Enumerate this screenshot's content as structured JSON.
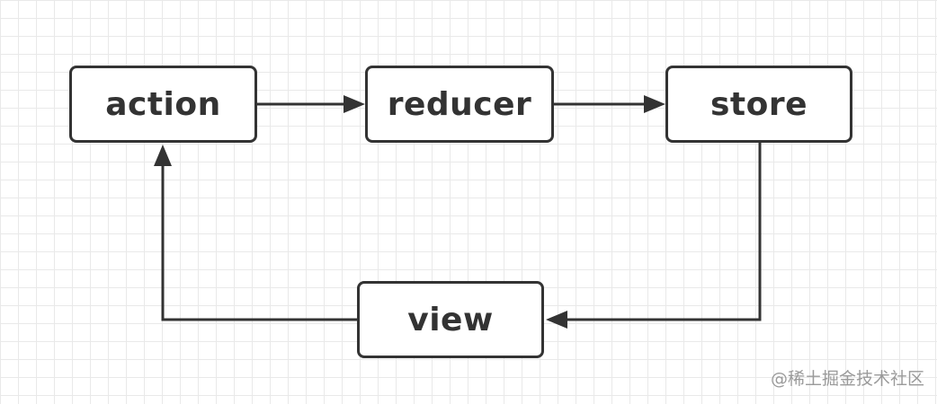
{
  "nodes": {
    "action": "action",
    "reducer": "reducer",
    "store": "store",
    "view": "view"
  },
  "watermark": "@稀土掘金技术社区"
}
